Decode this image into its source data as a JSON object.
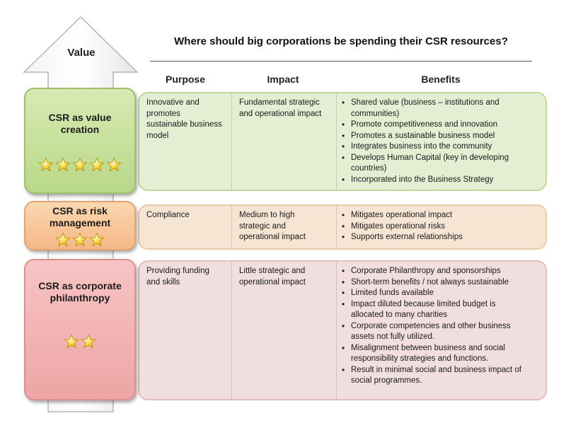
{
  "value_label": "Value",
  "title": "Where should big corporations  be spending their CSR resources?",
  "headers": {
    "purpose": "Purpose",
    "impact": "Impact",
    "benefits": "Benefits"
  },
  "colors": {
    "value_creation": "#c9e29f",
    "risk_management": "#f7c59c",
    "philanthropy": "#f2b5b5"
  },
  "rows": [
    {
      "label_lines": [
        "CSR as value",
        "creation"
      ],
      "stars": 5,
      "purpose": [
        "Innovative and",
        "promotes",
        "sustainable business",
        "model"
      ],
      "impact": [
        "Fundamental strategic",
        "and operational impact"
      ],
      "benefits": [
        [
          "Shared value (business – institutions and",
          "communities)"
        ],
        [
          "Promote  competitiveness and innovation"
        ],
        [
          "Promotes  a sustainable business model"
        ],
        [
          "Integrates business into the community"
        ],
        [
          "Develops Human Capital (key in developing",
          "countries)"
        ],
        [
          "Incorporated  into the Business Strategy"
        ]
      ]
    },
    {
      "label_lines": [
        "CSR as risk",
        "management"
      ],
      "stars": 3,
      "purpose": [
        "Compliance"
      ],
      "impact": [
        "Medium to high",
        "strategic and",
        "operational impact"
      ],
      "benefits": [
        [
          "Mitigates operational impact"
        ],
        [
          "Mitigates operational risks"
        ],
        [
          "Supports  external relationships"
        ]
      ]
    },
    {
      "label_lines": [
        "CSR as corporate",
        "philanthropy"
      ],
      "stars": 2,
      "purpose": [
        "Providing funding",
        "and skills"
      ],
      "impact": [
        "Little strategic and",
        "operational impact"
      ],
      "benefits": [
        [
          "Corporate Philanthropy and sponsorships"
        ],
        [
          "Short-term  benefits / not always sustainable"
        ],
        [
          "Limited funds available"
        ],
        [
          "Impact diluted because limited budget is",
          "allocated to many charities"
        ],
        [
          "Corporate competencies and other business",
          "assets not fully utilized."
        ],
        [
          "Misalignment between business and social",
          "responsibility strategies and functions."
        ],
        [
          "Result in minimal social and business impact of",
          "social programmes."
        ]
      ]
    }
  ]
}
